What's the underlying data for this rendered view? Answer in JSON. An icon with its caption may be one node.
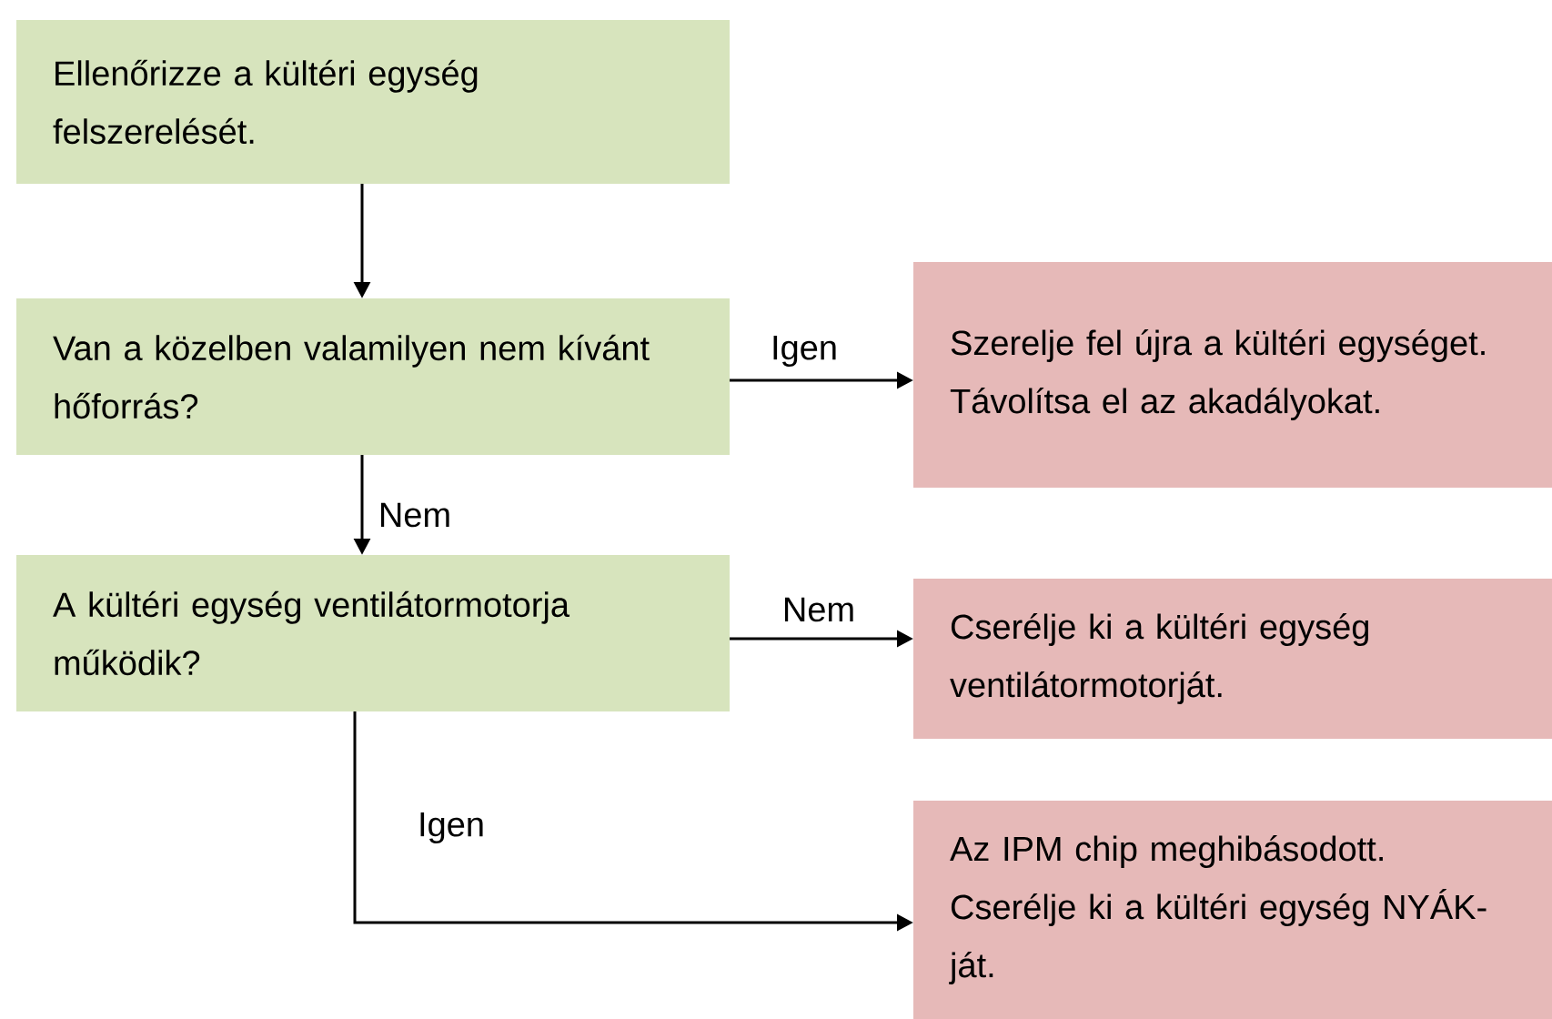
{
  "diagram": {
    "nodes": [
      {
        "text": [
          "Ellenőrizze a kültéri egység felszerelését."
        ]
      },
      {
        "text": [
          "Van a közelben valamilyen nem kívánt hőforrás?"
        ]
      },
      {
        "text": [
          "Szerelje fel újra a kültéri egységet.",
          "Távolítsa el az akadályokat."
        ]
      },
      {
        "text": [
          "A kültéri egység ventilátormotorja működik?"
        ]
      },
      {
        "text": [
          "Cserélje ki a kültéri egység ventilátormotorját."
        ]
      },
      {
        "text": [
          "Az IPM chip meghibásodott.",
          "Cserélje ki a kültéri egység NYÁK-ját."
        ]
      }
    ],
    "edges": [
      {
        "from": 0,
        "to": 1,
        "arrow": "to"
      },
      {
        "from": 1,
        "to": 2,
        "arrow": "to",
        "label": "Igen"
      },
      {
        "from": 1,
        "to": 3,
        "arrow": "to",
        "label": "Nem"
      },
      {
        "from": 3,
        "to": 4,
        "arrow": "to",
        "label": "Nem"
      },
      {
        "from": 3,
        "to": 5,
        "arrow": "to",
        "label": "Igen"
      }
    ]
  }
}
